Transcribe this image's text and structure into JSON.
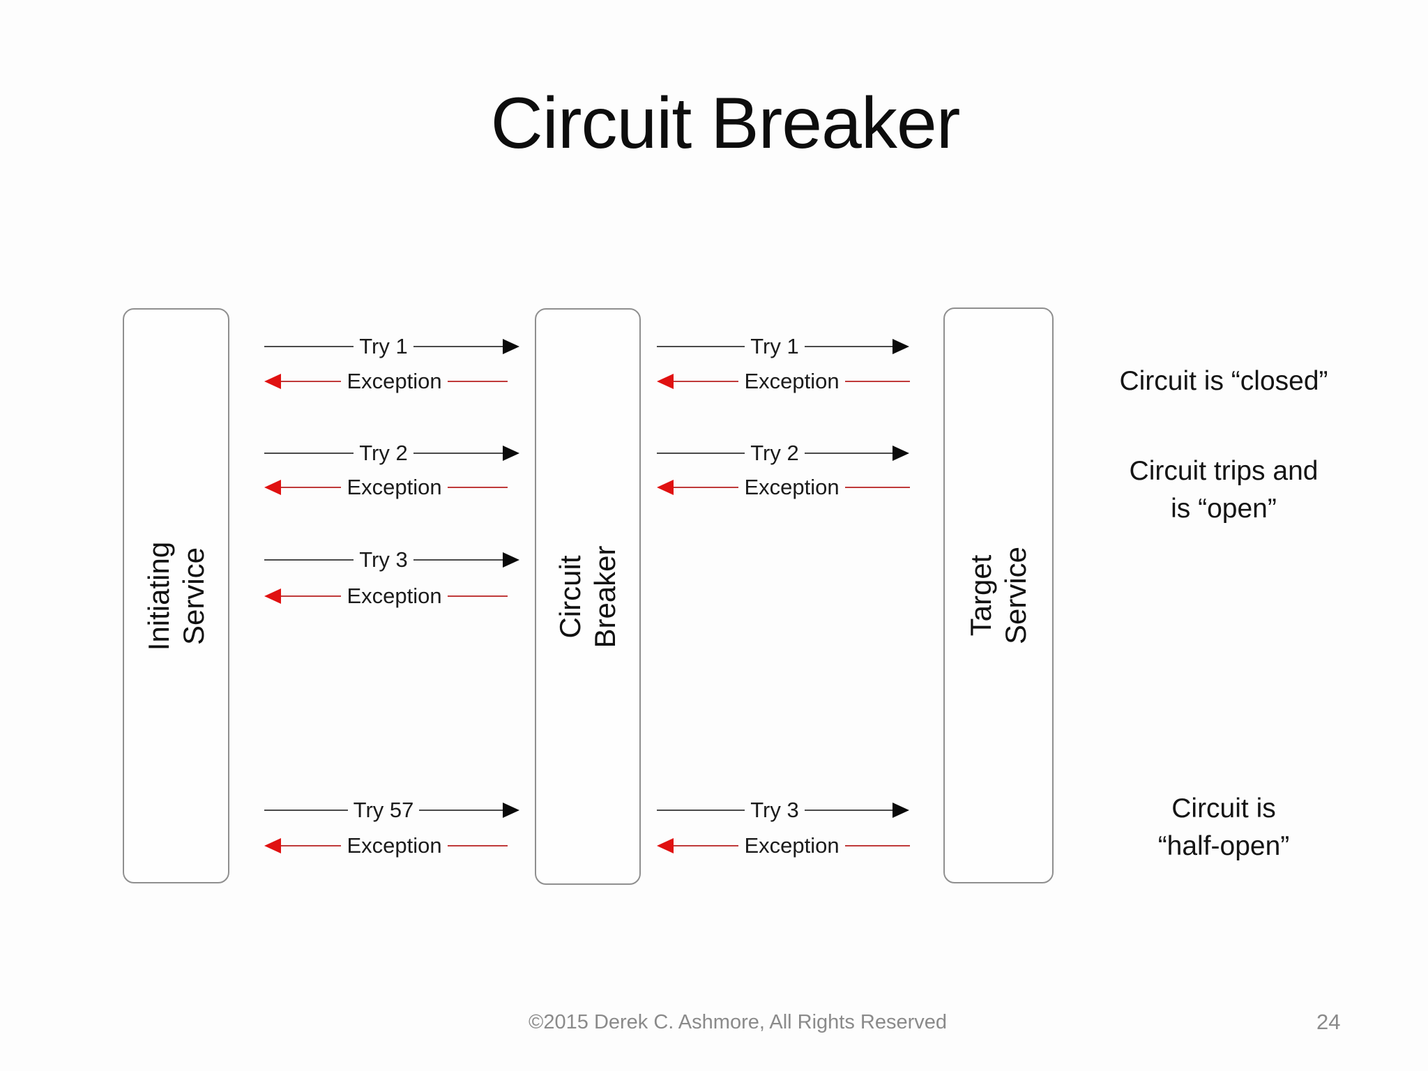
{
  "title": "Circuit Breaker",
  "lanes": [
    {
      "label_line1": "Initiating",
      "label_line2": "Service"
    },
    {
      "label_line1": "Circuit",
      "label_line2": "Breaker"
    },
    {
      "label_line1": "Target",
      "label_line2": "Service"
    }
  ],
  "arrows": {
    "left": [
      {
        "label": "Try 1",
        "kind": "try",
        "direction": "right"
      },
      {
        "label": "Exception",
        "kind": "exception",
        "direction": "left"
      },
      {
        "label": "Try 2",
        "kind": "try",
        "direction": "right"
      },
      {
        "label": "Exception",
        "kind": "exception",
        "direction": "left"
      },
      {
        "label": "Try 3",
        "kind": "try",
        "direction": "right"
      },
      {
        "label": "Exception",
        "kind": "exception",
        "direction": "left"
      },
      {
        "label": "Try 57",
        "kind": "try",
        "direction": "right"
      },
      {
        "label": "Exception",
        "kind": "exception",
        "direction": "left"
      }
    ],
    "right": [
      {
        "label": "Try 1",
        "kind": "try",
        "direction": "right"
      },
      {
        "label": "Exception",
        "kind": "exception",
        "direction": "left"
      },
      {
        "label": "Try 2",
        "kind": "try",
        "direction": "right"
      },
      {
        "label": "Exception",
        "kind": "exception",
        "direction": "left"
      },
      {
        "label": "Try 3",
        "kind": "try",
        "direction": "right"
      },
      {
        "label": "Exception",
        "kind": "exception",
        "direction": "left"
      }
    ]
  },
  "annotations": [
    {
      "line1": "Circuit is “closed”"
    },
    {
      "line1": "Circuit trips and",
      "line2": "is “open”"
    },
    {
      "line1": "Circuit is",
      "line2": "“half-open”"
    }
  ],
  "footer": {
    "copyright": "©2015 Derek C. Ashmore, All Rights Reserved",
    "page_number": "24"
  },
  "colors": {
    "try_line": "#4a4a4a",
    "try_head": "#0a0a0a",
    "exception_line": "#c03a3a",
    "exception_head": "#e01111",
    "box_border": "#8f8f8f",
    "footer_text": "#8a8a8a"
  }
}
